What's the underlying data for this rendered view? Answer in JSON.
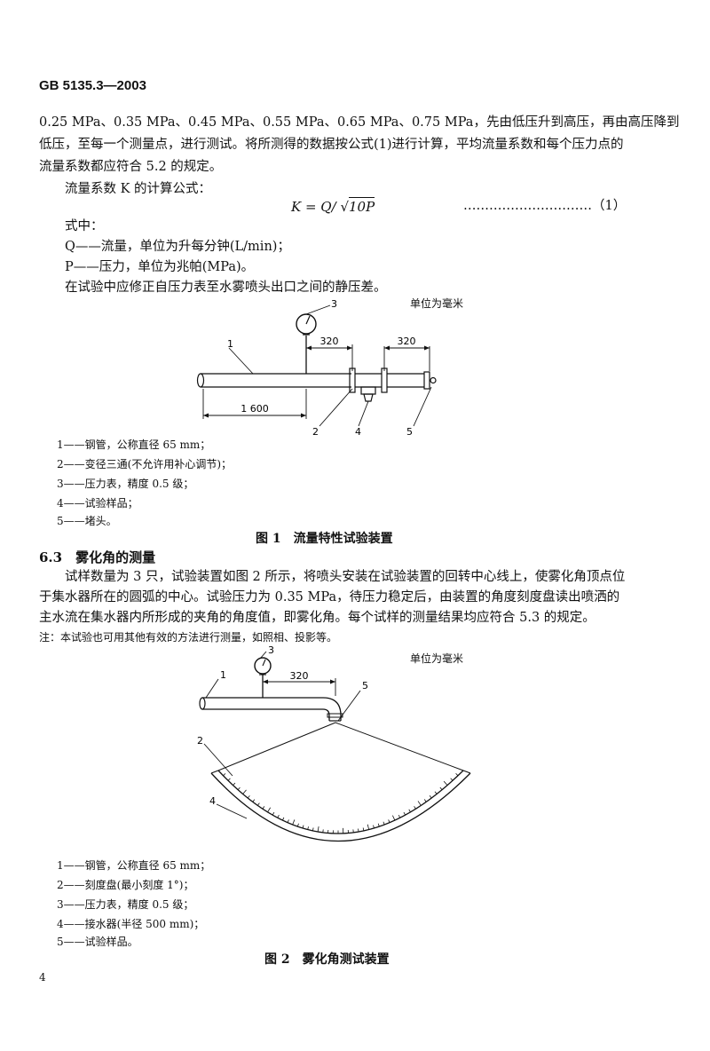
{
  "header": {
    "standard_code": "GB 5135.3—2003"
  },
  "intro": {
    "line1": "0.25 MPa、0.35 MPa、0.45 MPa、0.55 MPa、0.65 MPa、0.75 MPa，先由低压升到高压，再由高压降到",
    "line2": "低压，至每一个测量点，进行测试。将所测得的数据按公式(1)进行计算，平均流量系数和每个压力点的",
    "line3": "流量系数都应符合 5.2 的规定。",
    "formula_lead": "流量系数 K 的计算公式：",
    "formula_lhs": "K = Q/",
    "formula_root": "10P",
    "formula_number": "…………………………（1）",
    "where": "式中：",
    "var_q": "Q——流量，单位为升每分钟(L/min)；",
    "var_p": "P——压力，单位为兆帕(MPa)。",
    "correction": "在试验中应修正自压力表至水雾喷头出口之间的静压差。"
  },
  "figure1": {
    "unit_note": "单位为毫米",
    "dim_320_a": "320",
    "dim_320_b": "320",
    "dim_1600": "1 600",
    "callout_1": "1",
    "callout_2": "2",
    "callout_3": "3",
    "callout_4": "4",
    "callout_5": "5",
    "legend": [
      "1——钢管，公称直径 65 mm；",
      "2——变径三通(不允许用补心调节)；",
      "3——压力表，精度 0.5 级；",
      "4——试验样品；",
      "5——堵头。"
    ],
    "caption": "图 1　流量特性试验装置"
  },
  "section": {
    "heading": "6.3　雾化角的测量",
    "line1": "试样数量为 3 只，试验装置如图 2 所示，将喷头安装在试验装置的回转中心线上，使雾化角顶点位",
    "line2": "于集水器所在的圆弧的中心。试验压力为 0.35 MPa，待压力稳定后，由装置的角度刻度盘读出喷洒的",
    "line3": "主水流在集水器内所形成的夹角的角度值，即雾化角。每个试样的测量结果均应符合 5.3 的规定。",
    "note": "注：本试验也可用其他有效的方法进行测量，如照相、投影等。"
  },
  "figure2": {
    "unit_note": "单位为毫米",
    "dim_320": "320",
    "callout_1": "1",
    "callout_2": "2",
    "callout_3": "3",
    "callout_4": "4",
    "callout_5": "5",
    "legend": [
      "1——钢管，公称直径 65 mm；",
      "2——刻度盘(最小刻度 1°)；",
      "3——压力表，精度 0.5 级；",
      "4——接水器(半径 500 mm)；",
      "5——试验样品。"
    ],
    "caption": "图 2　雾化角测试装置"
  },
  "footer": {
    "page_number": "4"
  }
}
